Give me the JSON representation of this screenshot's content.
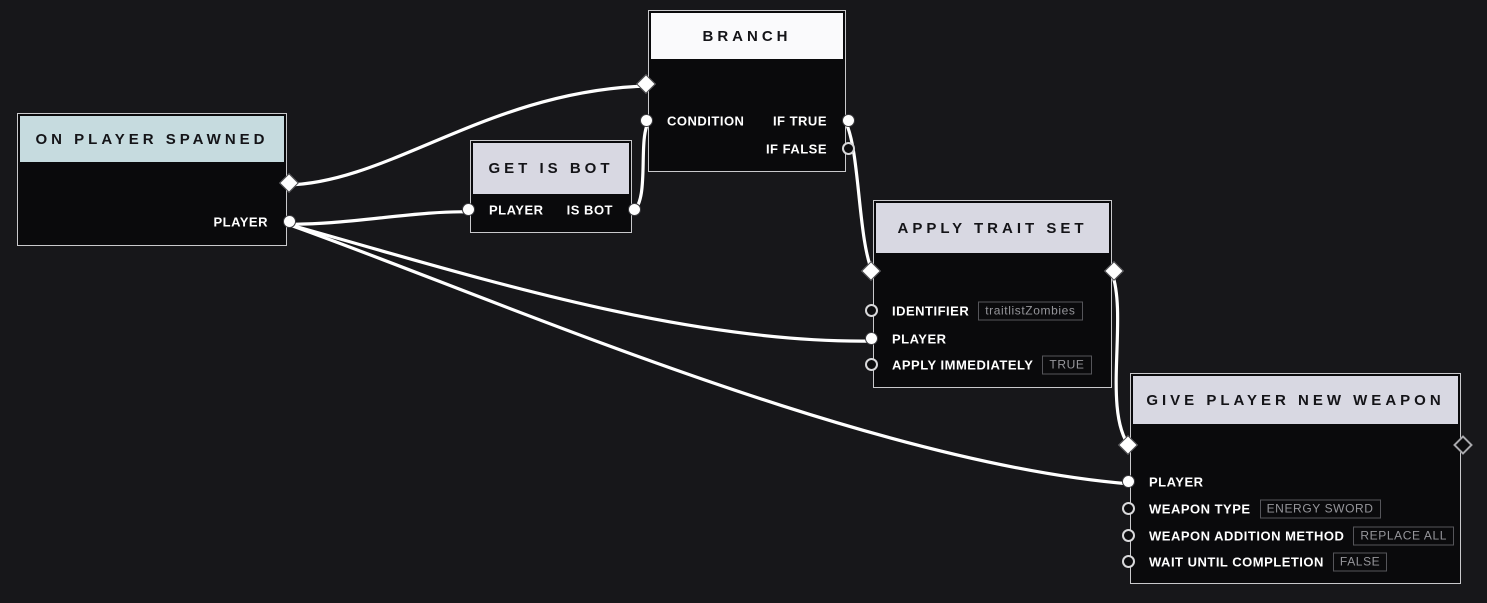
{
  "canvas": {
    "background_color": "#17171a",
    "wire_color": "#ffffff"
  },
  "nodes": [
    {
      "id": "on-player-spawned",
      "title": "ON PLAYER SPAWNED",
      "kind": "event",
      "header_color": "#c6dbdf",
      "outputs": [
        {
          "label": "PLAYER"
        }
      ]
    },
    {
      "id": "get-is-bot",
      "title": "GET IS BOT",
      "kind": "function",
      "header_color": "#d8d8e2",
      "inputs": [
        {
          "label": "PLAYER"
        }
      ],
      "outputs": [
        {
          "label": "IS BOT"
        }
      ]
    },
    {
      "id": "branch",
      "title": "BRANCH",
      "kind": "flow",
      "header_color": "#fafafc",
      "inputs": [
        {
          "label": "CONDITION"
        }
      ],
      "outputs": [
        {
          "label": "IF TRUE"
        },
        {
          "label": "IF FALSE"
        }
      ]
    },
    {
      "id": "apply-trait-set",
      "title": "APPLY TRAIT SET",
      "kind": "action",
      "header_color": "#d8d8e2",
      "inputs": [
        {
          "label": "IDENTIFIER",
          "value": "traitlistZombies"
        },
        {
          "label": "PLAYER"
        },
        {
          "label": "APPLY IMMEDIATELY",
          "value": "TRUE"
        }
      ]
    },
    {
      "id": "give-player-new-weapon",
      "title": "GIVE PLAYER NEW WEAPON",
      "kind": "action",
      "header_color": "#d8d8e2",
      "inputs": [
        {
          "label": "PLAYER"
        },
        {
          "label": "WEAPON TYPE",
          "value": "ENERGY SWORD"
        },
        {
          "label": "WEAPON ADDITION METHOD",
          "value": "REPLACE ALL"
        },
        {
          "label": "WAIT UNTIL COMPLETION",
          "value": "FALSE"
        }
      ]
    }
  ],
  "wires": [
    {
      "from": "on-player-spawned.exec-out",
      "to": "branch.exec-in"
    },
    {
      "from": "on-player-spawned.player",
      "to": "get-is-bot.player"
    },
    {
      "from": "on-player-spawned.player",
      "to": "apply-trait-set.player"
    },
    {
      "from": "on-player-spawned.player",
      "to": "give-player-new-weapon.player"
    },
    {
      "from": "get-is-bot.is-bot",
      "to": "branch.condition"
    },
    {
      "from": "branch.if-true",
      "to": "apply-trait-set.exec-in"
    },
    {
      "from": "apply-trait-set.exec-out",
      "to": "give-player-new-weapon.exec-in"
    }
  ]
}
